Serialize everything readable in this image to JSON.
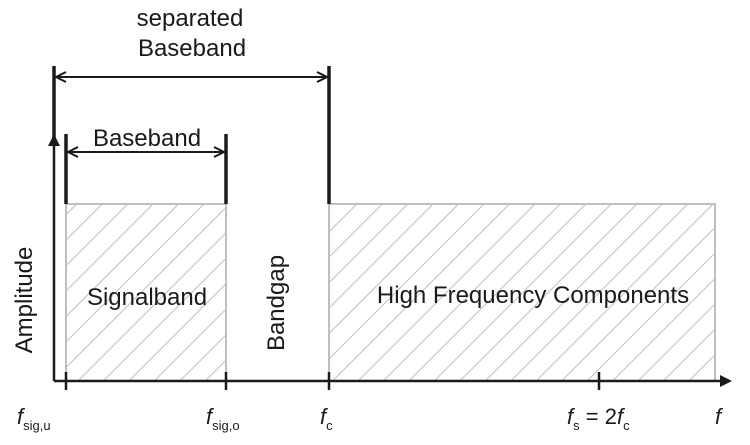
{
  "labels": {
    "separated_line1": "separated",
    "separated_line2": "Baseband",
    "baseband": "Baseband",
    "signalband": "Signalband",
    "bandgap": "Bandgap",
    "high_frequency": "High Frequency Components",
    "y_axis": "Amplitude",
    "x_axis": "f"
  },
  "ticks": {
    "fsig_u": {
      "main": "f",
      "sub": "sig,u"
    },
    "fsig_o": {
      "main": "f",
      "sub": "sig,o"
    },
    "fc": {
      "main": "f",
      "sub": "c"
    },
    "fs": {
      "main": "f",
      "sub": "s",
      "eq": " = 2",
      "main2": "f",
      "sub2": "c"
    }
  },
  "colors": {
    "line": "#1a1a1a",
    "hatch": "#bfbfbf"
  }
}
